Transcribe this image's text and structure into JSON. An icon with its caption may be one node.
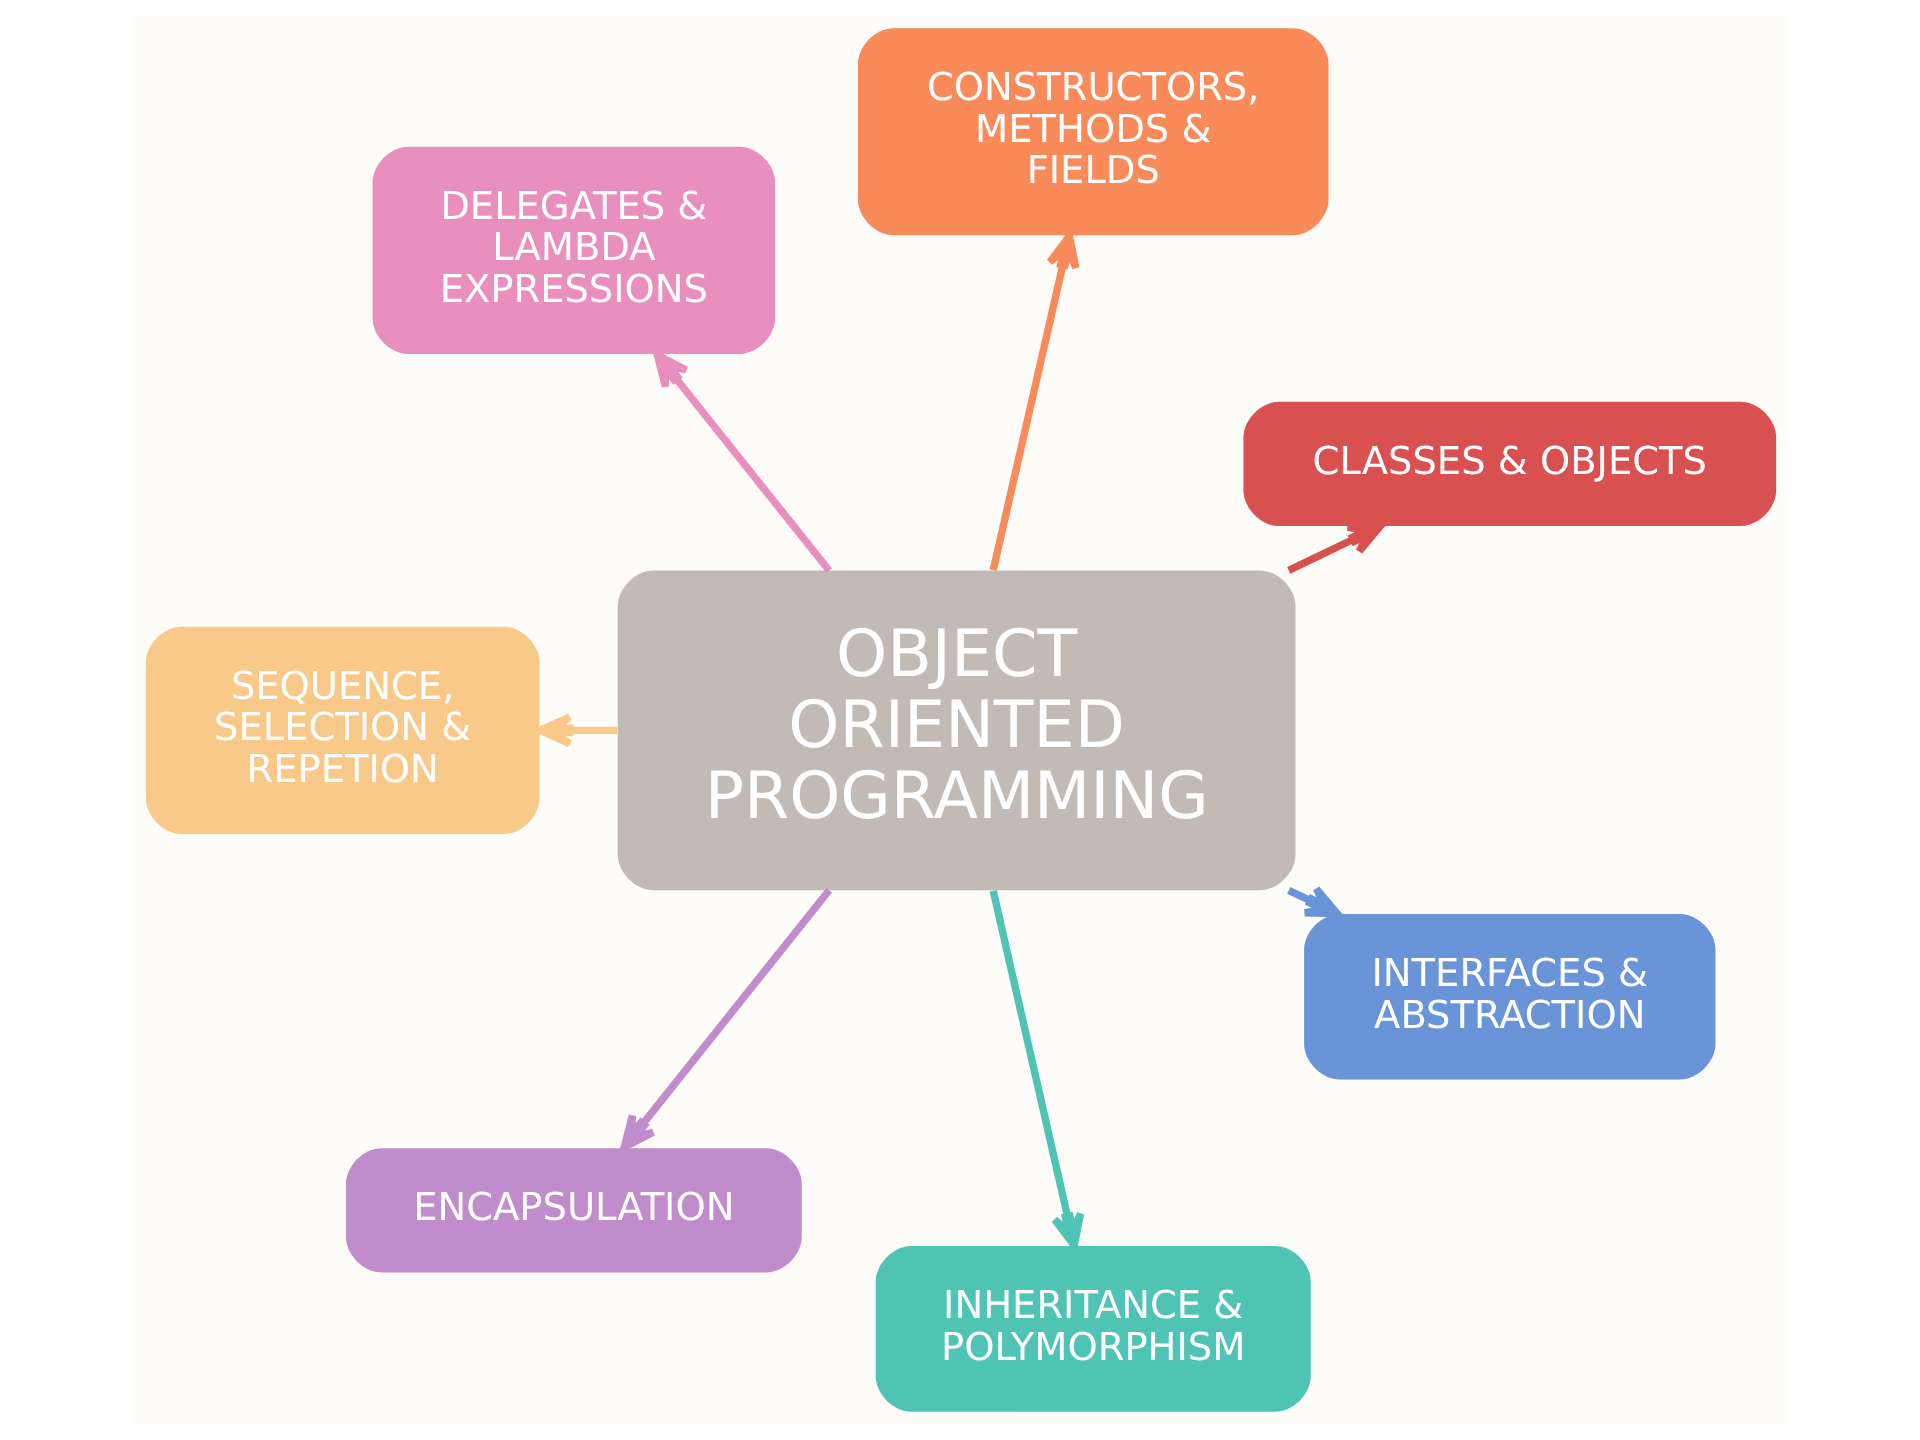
{
  "diagram": {
    "nodes": [
      {
        "text": [
          "OBJECT ORIENTED PROGRAMMING"
        ]
      },
      {
        "text": [
          "CLASSES & OBJECTS"
        ]
      },
      {
        "text": [
          "CONSTRUCTORS, METHODS & FIELDS"
        ]
      },
      {
        "text": [
          "DELEGATES & LAMBDA EXPRESSIONS"
        ]
      },
      {
        "text": [
          "SEQUENCE, SELECTION & REPETION"
        ]
      },
      {
        "text": [
          "ENCAPSULATION"
        ]
      },
      {
        "text": [
          "INHERITANCE & POLYMORPHISM"
        ]
      },
      {
        "text": [
          "INTERFACES & ABSTRACTION"
        ]
      }
    ],
    "edges": [
      {
        "from": 0,
        "to": 1,
        "arrow": "to",
        "color": "#d95050"
      },
      {
        "from": 0,
        "to": 2,
        "arrow": "to",
        "color": "#f98a5a"
      },
      {
        "from": 0,
        "to": 4,
        "arrow": "to",
        "color": "#f9c98a"
      },
      {
        "from": 0,
        "to": 6,
        "arrow": "to",
        "color": "#4fc4b4"
      },
      {
        "from": 0,
        "to": 7,
        "arrow": "to",
        "color": "#6a94d8"
      },
      {
        "from": 0,
        "to": 5,
        "arrow": "to",
        "color": "#c08ccc"
      },
      {
        "from": 0,
        "to": 3,
        "arrow": "to",
        "color": "#e88fbd"
      }
    ]
  }
}
